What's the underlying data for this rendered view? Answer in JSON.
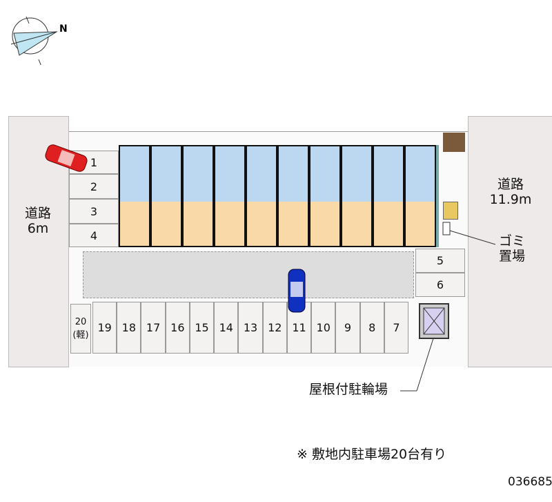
{
  "compass": {
    "label": "N"
  },
  "roads": {
    "left": {
      "name": "道路",
      "width": "6m"
    },
    "right": {
      "name": "道路",
      "width": "11.9m"
    }
  },
  "parking": {
    "top_left": [
      "1",
      "2",
      "3",
      "4"
    ],
    "right": [
      "5",
      "6"
    ],
    "bottom": [
      "19",
      "18",
      "17",
      "16",
      "15",
      "14",
      "13",
      "12",
      "11",
      "10",
      "9",
      "8",
      "7"
    ],
    "kei": {
      "num": "20",
      "note": "(軽)"
    }
  },
  "labels": {
    "garbage": "ゴミ\n置場",
    "garbage_1": "ゴミ",
    "garbage_2": "置場",
    "bike": "屋根付駐輪場"
  },
  "note": "※ 敷地内駐車場20台有り",
  "code": "036685",
  "colors": {
    "road": "#eeeaea",
    "building_blue": "#bcd8f0",
    "building_orange": "#fad9a8",
    "car_red": "#e02020",
    "car_blue": "#1030c0"
  }
}
